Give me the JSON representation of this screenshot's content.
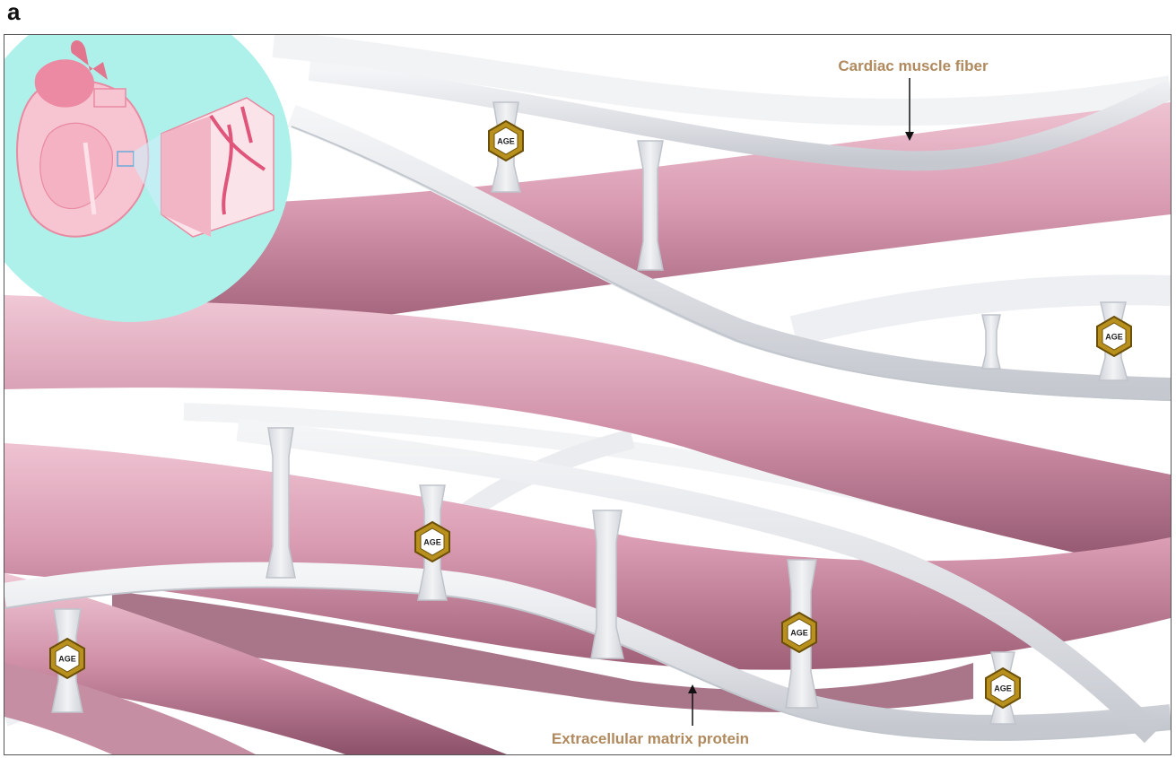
{
  "panel_letter": "a",
  "labels": {
    "cardiac_muscle_fiber": "Cardiac muscle fiber",
    "extracellular_matrix_protein": "Extracellular matrix protein"
  },
  "age_badge_text": "AGE",
  "colors": {
    "muscle": "#c9899f",
    "muscle_light": "#e6b9c8",
    "matrix": "#dfe1e6",
    "inset_bg": "#aef1ea",
    "age_gold": "#b8901e",
    "label": "#b08a5e"
  }
}
